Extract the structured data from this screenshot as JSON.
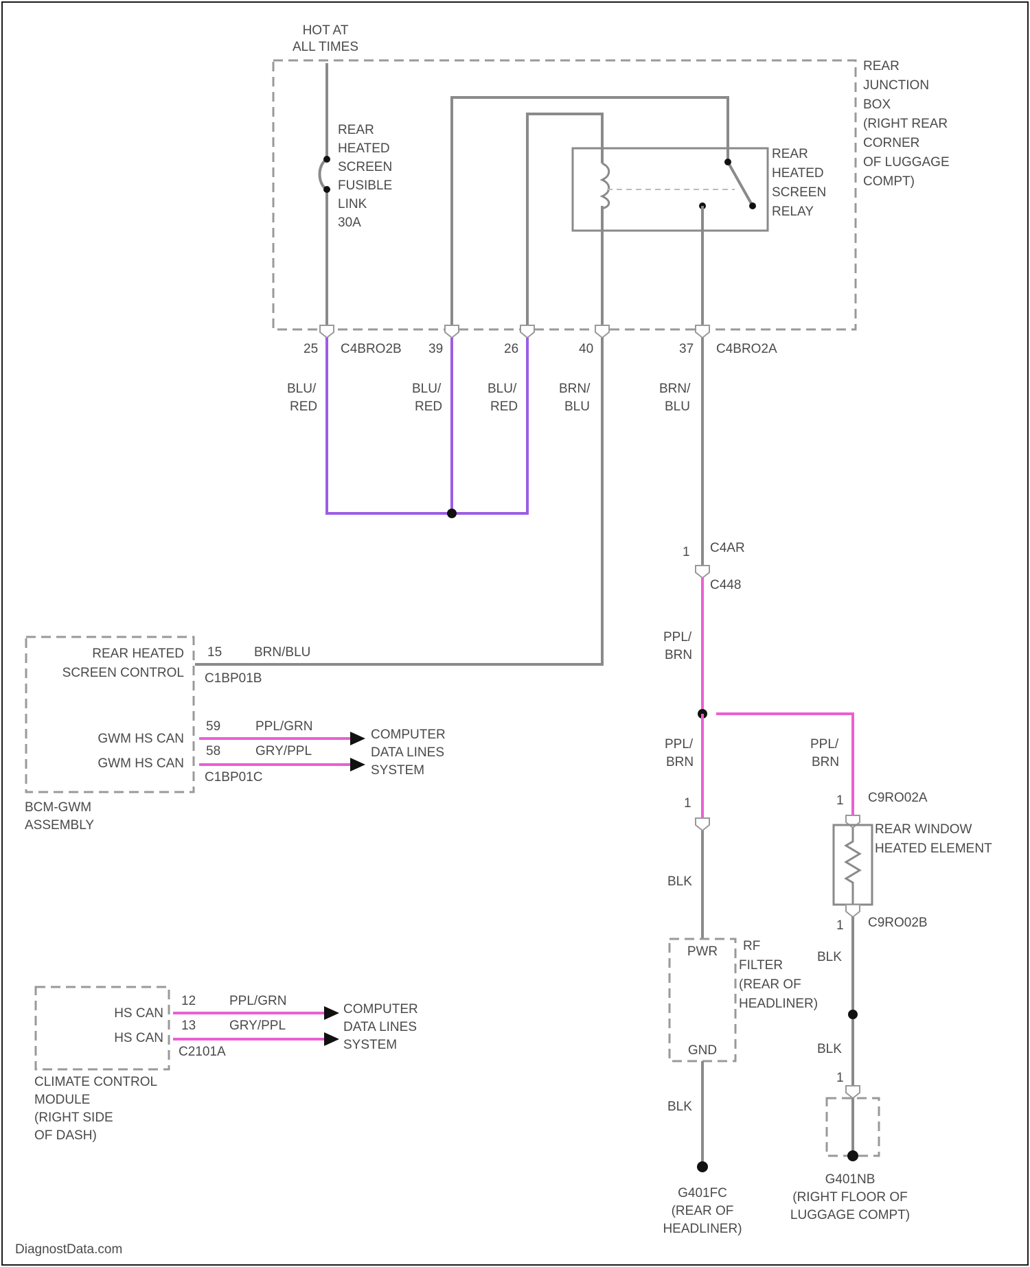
{
  "diagram": {
    "power": {
      "hot_line1": "HOT AT",
      "hot_line2": "ALL TIMES"
    },
    "junction_box": {
      "label_lines": [
        "REAR",
        "JUNCTION",
        "BOX",
        "(RIGHT REAR",
        "CORNER",
        "OF LUGGAGE",
        "COMPT)"
      ]
    },
    "fusible_link": {
      "label_lines": [
        "REAR",
        "HEATED",
        "SCREEN",
        "FUSIBLE",
        "LINK",
        "30A"
      ]
    },
    "relay": {
      "label_lines": [
        "REAR",
        "HEATED",
        "SCREEN",
        "RELAY"
      ]
    },
    "connectors": {
      "c4broo2b": "C4BRO2B",
      "c4broo2a": "C4BRO2A",
      "pin25": "25",
      "pin39": "39",
      "pin26": "26",
      "pin40": "40",
      "pin37": "37",
      "c4arr_pin": "1",
      "c4arr_top": "C4AR",
      "c4arr_bottom": "C448",
      "c1bp01b": "C1BP01B",
      "c1bp01c": "C1BP01C",
      "c2101a": "C2101A",
      "c9r002a": "C9RO02A",
      "c9r002b": "C9RO02B",
      "rf_pin": "1",
      "heater_top_pin": "1",
      "heater_bot_pin": "1",
      "ground_pin": "1"
    },
    "wire_colors": {
      "w25_a": "BLU/",
      "w25_b": "RED",
      "w39_a": "BLU/",
      "w39_b": "RED",
      "w26_a": "BLU/",
      "w26_b": "RED",
      "w40_a": "BRN/",
      "w40_b": "BLU",
      "w37_a": "BRN/",
      "w37_b": "BLU",
      "ppl_brn1_a": "PPL/",
      "ppl_brn1_b": "BRN",
      "ppl_brn2_a": "PPL/",
      "ppl_brn2_b": "BRN",
      "ppl_brn3_a": "PPL/",
      "ppl_brn3_b": "BRN",
      "blk1": "BLK",
      "blk2": "BLK",
      "blk3": "BLK",
      "blk4": "BLK"
    },
    "bcm": {
      "signal1": "REAR HEATED",
      "signal1b": "SCREEN CONTROL",
      "pin15": "15",
      "wire15": "BRN/BLU",
      "can_hi": "GWM HS CAN",
      "can_lo": "GWM HS CAN",
      "pin59": "59",
      "pin58": "58",
      "wire59": "PPL/GRN",
      "wire58": "GRY/PPL",
      "dest_lines": [
        "COMPUTER",
        "DATA LINES",
        "SYSTEM"
      ],
      "name_lines": [
        "BCM-GWM",
        "ASSEMBLY"
      ]
    },
    "climate": {
      "can_hi": "HS CAN",
      "can_lo": "HS CAN",
      "pin12": "12",
      "pin13": "13",
      "wire12": "PPL/GRN",
      "wire13": "GRY/PPL",
      "dest_lines": [
        "COMPUTER",
        "DATA LINES",
        "SYSTEM"
      ],
      "name_lines": [
        "CLIMATE CONTROL",
        "MODULE",
        "(RIGHT SIDE",
        "OF DASH)"
      ]
    },
    "rf_filter": {
      "pwr": "PWR",
      "gnd": "GND",
      "name_lines": [
        "RF",
        "FILTER",
        "(REAR OF",
        "HEADLINER)"
      ]
    },
    "rear_window": {
      "name_lines": [
        "REAR WINDOW",
        "HEATED ELEMENT"
      ]
    },
    "grounds": {
      "g1_lines": [
        "G401FC",
        "(REAR OF",
        "HEADLINER)"
      ],
      "g2_lines": [
        "G401NB",
        "(RIGHT FLOOR OF",
        "LUGGAGE COMPT)"
      ]
    },
    "watermark": "DiagnostData.com"
  }
}
